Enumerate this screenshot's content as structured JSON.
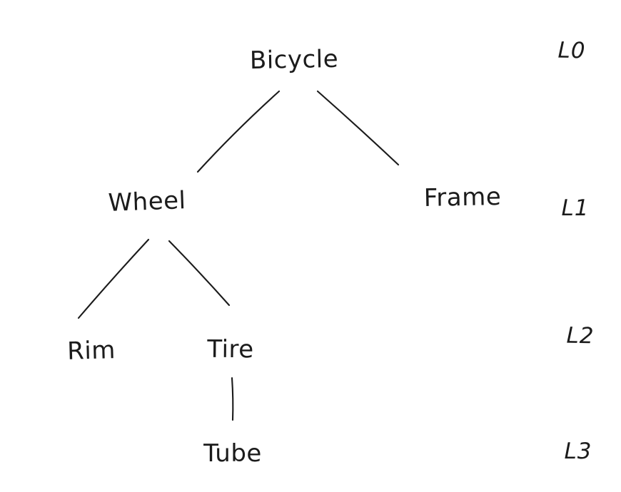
{
  "diagram": {
    "type": "tree",
    "nodes": [
      {
        "id": "bicycle",
        "label": "Bicycle",
        "level": 0
      },
      {
        "id": "wheel",
        "label": "Wheel",
        "level": 1
      },
      {
        "id": "frame",
        "label": "Frame",
        "level": 1
      },
      {
        "id": "rim",
        "label": "Rim",
        "level": 2
      },
      {
        "id": "tire",
        "label": "Tire",
        "level": 2
      },
      {
        "id": "tube",
        "label": "Tube",
        "level": 3
      }
    ],
    "edges": [
      {
        "from": "Bicycle",
        "to": "Wheel"
      },
      {
        "from": "Bicycle",
        "to": "Frame"
      },
      {
        "from": "Wheel",
        "to": "Rim"
      },
      {
        "from": "Wheel",
        "to": "Tire"
      },
      {
        "from": "Tire",
        "to": "Tube"
      }
    ],
    "level_labels": [
      "L0",
      "L1",
      "L2",
      "L3"
    ],
    "colors": {
      "ink": "#1b1b1b",
      "background": "#ffffff"
    }
  }
}
